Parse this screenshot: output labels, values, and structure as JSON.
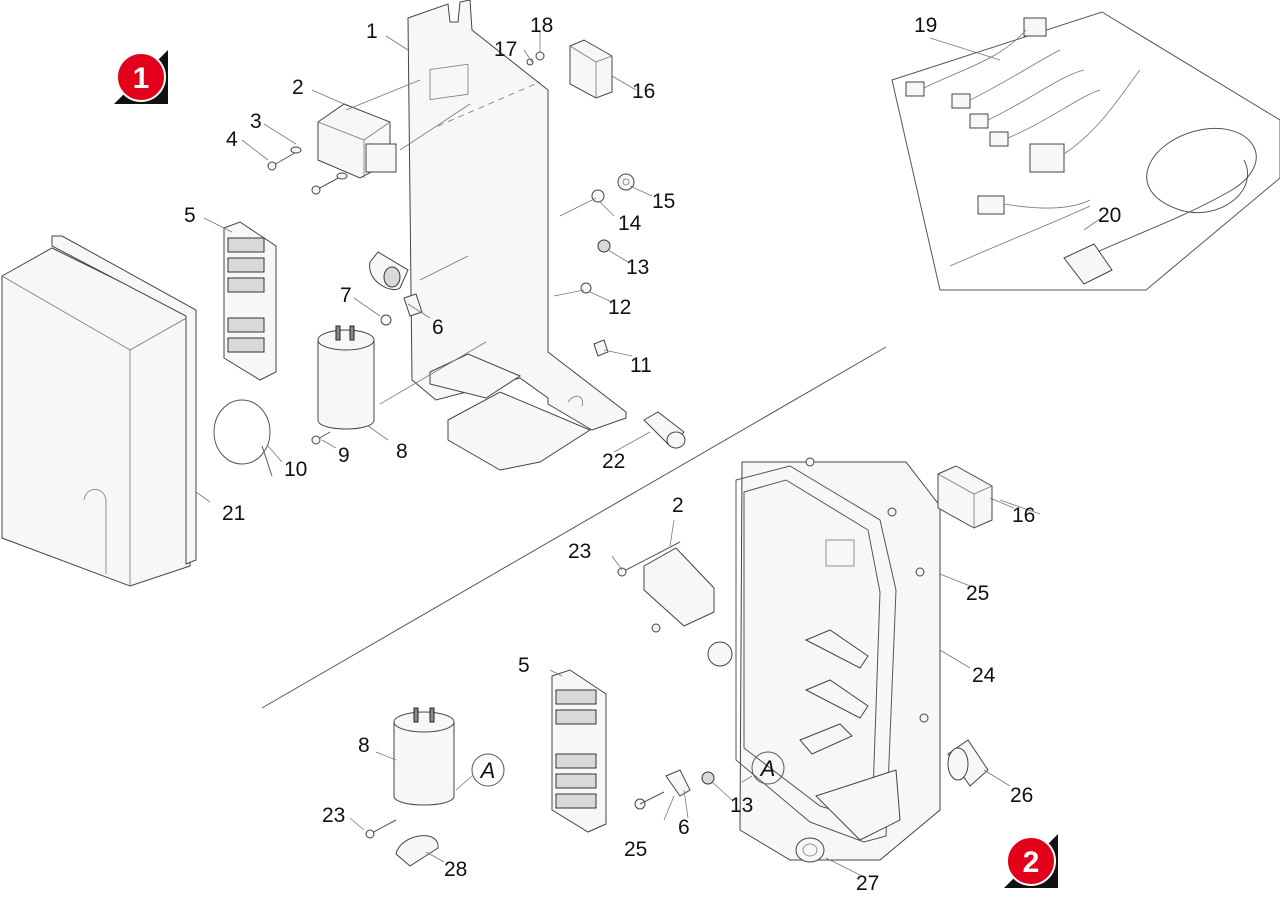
{
  "section_badges": [
    "1",
    "2"
  ],
  "callout_ref": "A",
  "part_labels": {
    "p1": "1",
    "p2": "2",
    "p3": "3",
    "p4": "4",
    "p5": "5",
    "p6": "6",
    "p7": "7",
    "p8": "8",
    "p9": "9",
    "p10": "10",
    "p11": "11",
    "p12": "12",
    "p13": "13",
    "p14": "14",
    "p15": "15",
    "p16": "16",
    "p17": "17",
    "p18": "18",
    "p19": "19",
    "p20": "20",
    "p21": "21",
    "p22": "22",
    "b2": "2",
    "b5": "5",
    "b6": "6",
    "b8": "8",
    "b13": "13",
    "b16": "16",
    "b23a": "23",
    "b23b": "23",
    "b24": "24",
    "b25a": "25",
    "b25b": "25",
    "b26": "26",
    "b27": "27",
    "b28": "28"
  },
  "colors": {
    "badge": "#e3001b",
    "badge_shadow": "#111111",
    "line": "#555555"
  }
}
